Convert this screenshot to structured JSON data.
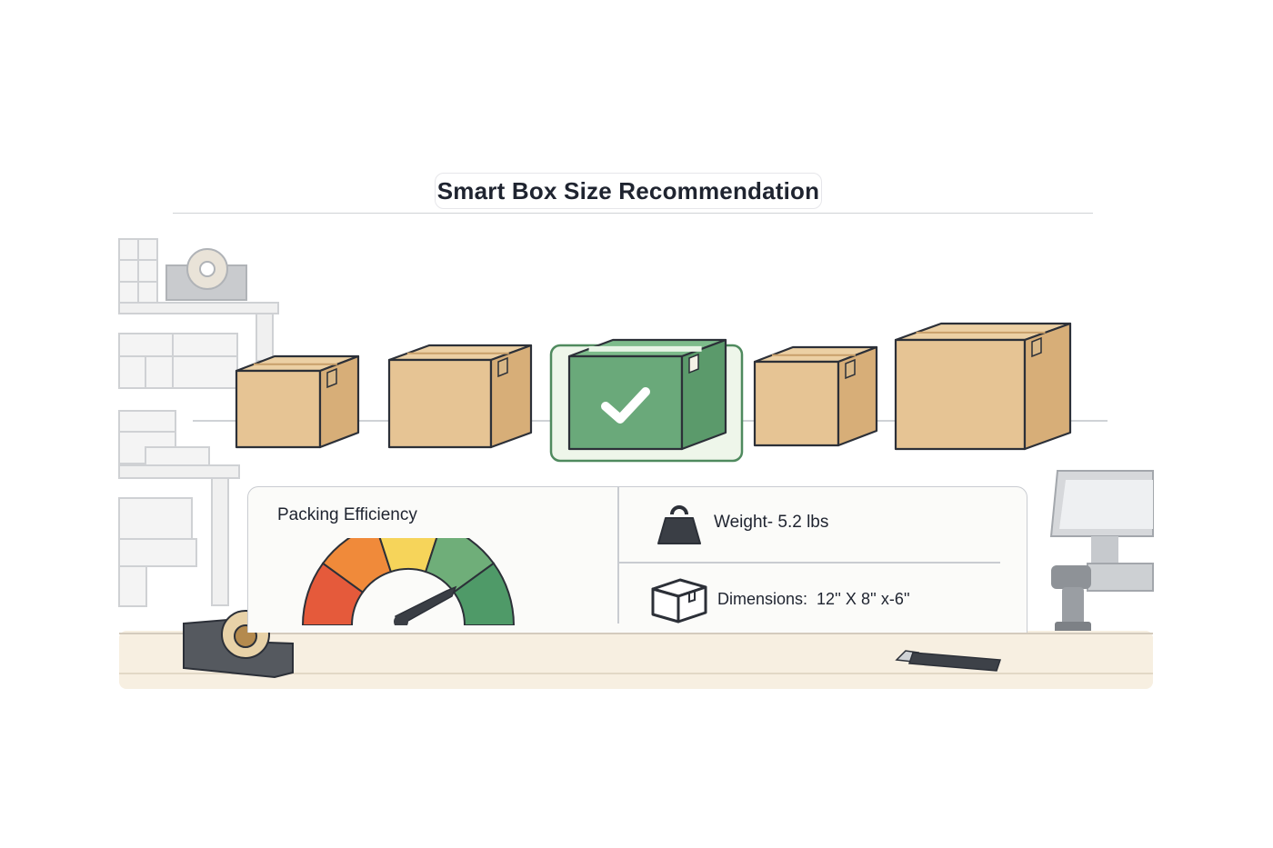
{
  "header": {
    "title": "Smart Box Size Recommendation"
  },
  "boxes": [
    {
      "id": "box-1",
      "selected": false
    },
    {
      "id": "box-2",
      "selected": false
    },
    {
      "id": "box-3",
      "selected": true
    },
    {
      "id": "box-4",
      "selected": false
    },
    {
      "id": "box-5",
      "selected": false
    }
  ],
  "efficiency": {
    "label": "Packing Efficiency",
    "gauge_segments": [
      "#e55a3b",
      "#f08a3a",
      "#f6d45a",
      "#6fae79",
      "#4f9a68"
    ]
  },
  "weight": {
    "label": "Weight- 5.2 lbs",
    "icon": "weight-icon"
  },
  "dimensions": {
    "label": "Dimensions:  12'' X 8'' x-6''",
    "icon": "box-outline-icon"
  },
  "colors": {
    "box_fill": "#e6c494",
    "box_side": "#d7ae78",
    "box_stroke": "#2c3038",
    "selected_fill": "#6aa97a",
    "selected_frame": "#4f8a5e",
    "selected_bg": "#eef6ea",
    "counter": "#f7efe1"
  }
}
